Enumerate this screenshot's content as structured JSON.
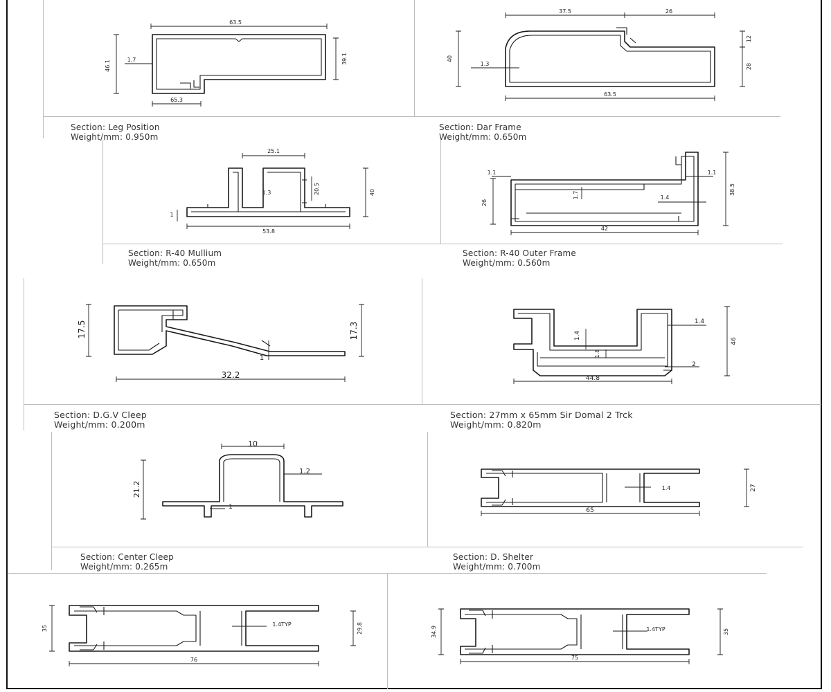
{
  "sections": [
    {
      "id": "leg-position",
      "title": "Section: Leg Position",
      "weight": "Weight/mm: 0.950m",
      "dims": {
        "top": "63.5",
        "left": "46.1",
        "right": "39.1",
        "bottom": "65.3",
        "wall": "1.7"
      }
    },
    {
      "id": "dar-frame",
      "title": "Section: Dar Frame",
      "weight": "Weight/mm: 0.650m",
      "dims": {
        "top_a": "37.5",
        "top_b": "26",
        "left": "40",
        "wall": "1.3",
        "bottom": "63.5",
        "right_a": "12",
        "right_b": "28"
      }
    },
    {
      "id": "r40-mullion",
      "title": "Section: R-40 Mullium",
      "weight": "Weight/mm: 0.650m",
      "dims": {
        "top": "25.1",
        "inner": "1.3",
        "mid": "20.5",
        "right": "40",
        "bottom": "53.8",
        "left": "1"
      }
    },
    {
      "id": "r40-outer-frame",
      "title": "Section:  R-40 Outer Frame",
      "weight": "Weight/mm: 0.560m",
      "dims": {
        "tl": "1.1",
        "tr": "1.1",
        "left": "26",
        "inner": "1.7",
        "wall": "1.4",
        "right": "38.5",
        "bottom": "42"
      }
    },
    {
      "id": "dgv-cleep",
      "title": "Section: D.G.V Cleep",
      "weight": "Weight/mm: 0.200m",
      "dims": {
        "left": "17.5",
        "right": "17.3",
        "bottom": "32.2",
        "wall": "1"
      }
    },
    {
      "id": "sir-domal",
      "title": "Section: 27mm x 65mm Sir Domal 2 Trck",
      "weight": "Weight/mm: 0.820m",
      "dims": {
        "wall_a": "1.4",
        "wall_b": "1.4",
        "inner": "1.8",
        "right": "46",
        "bottom": "44.8",
        "base": "2"
      }
    },
    {
      "id": "center-cleep",
      "title": "Section: Center Cleep",
      "weight": "Weight/mm: 0.265m",
      "dims": {
        "top": "10",
        "left": "21.2",
        "wall": "1.2",
        "base": "1"
      }
    },
    {
      "id": "d-shelter",
      "title": "Section: D. Shelter",
      "weight": "Weight/mm: 0.700m",
      "dims": {
        "inner": "1.4",
        "right": "27",
        "bottom": "65"
      }
    },
    {
      "id": "wide-profile",
      "title": "",
      "weight": "",
      "dims": {
        "left": "35",
        "inner": "1.4TYP",
        "right": "29.8",
        "bottom": "76"
      }
    },
    {
      "id": "narrow-profile",
      "title": "",
      "weight": "",
      "dims": {
        "left": "34.9",
        "inner": "1.4TYP",
        "right": "35",
        "bottom": "75"
      }
    }
  ]
}
